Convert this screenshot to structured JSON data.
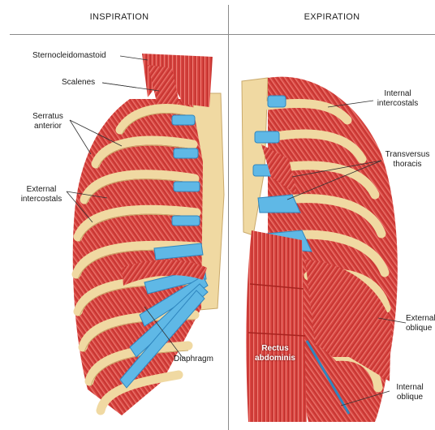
{
  "panels": {
    "left_title": "INSPIRATION",
    "right_title": "EXPIRATION"
  },
  "labels": {
    "sternocleidomastoid": "Sternocleidomastoid",
    "scalenes": "Scalenes",
    "serratus_line1": "Serratus",
    "serratus_line2": "anterior",
    "ext_intercostals_line1": "External",
    "ext_intercostals_line2": "intercostals",
    "diaphragm": "Diaphragm",
    "int_intercostals_line1": "Internal",
    "int_intercostals_line2": "intercostals",
    "transversus_line1": "Transversus",
    "transversus_line2": "thoracis",
    "rectus_line1": "Rectus",
    "rectus_line2": "abdominis",
    "ext_oblique_line1": "External",
    "ext_oblique_line2": "oblique",
    "int_oblique_line1": "Internal",
    "int_oblique_line2": "oblique"
  },
  "colors": {
    "muscle": "#d8433f",
    "muscle_dark": "#a8231f",
    "muscle_light": "#ec8a7f",
    "bone": "#f0d9a2",
    "bone_edge": "#c9a96b",
    "cartilage": "#5fb8e6",
    "cartilage_dark": "#2f86bf",
    "leader_line": "#333333"
  }
}
